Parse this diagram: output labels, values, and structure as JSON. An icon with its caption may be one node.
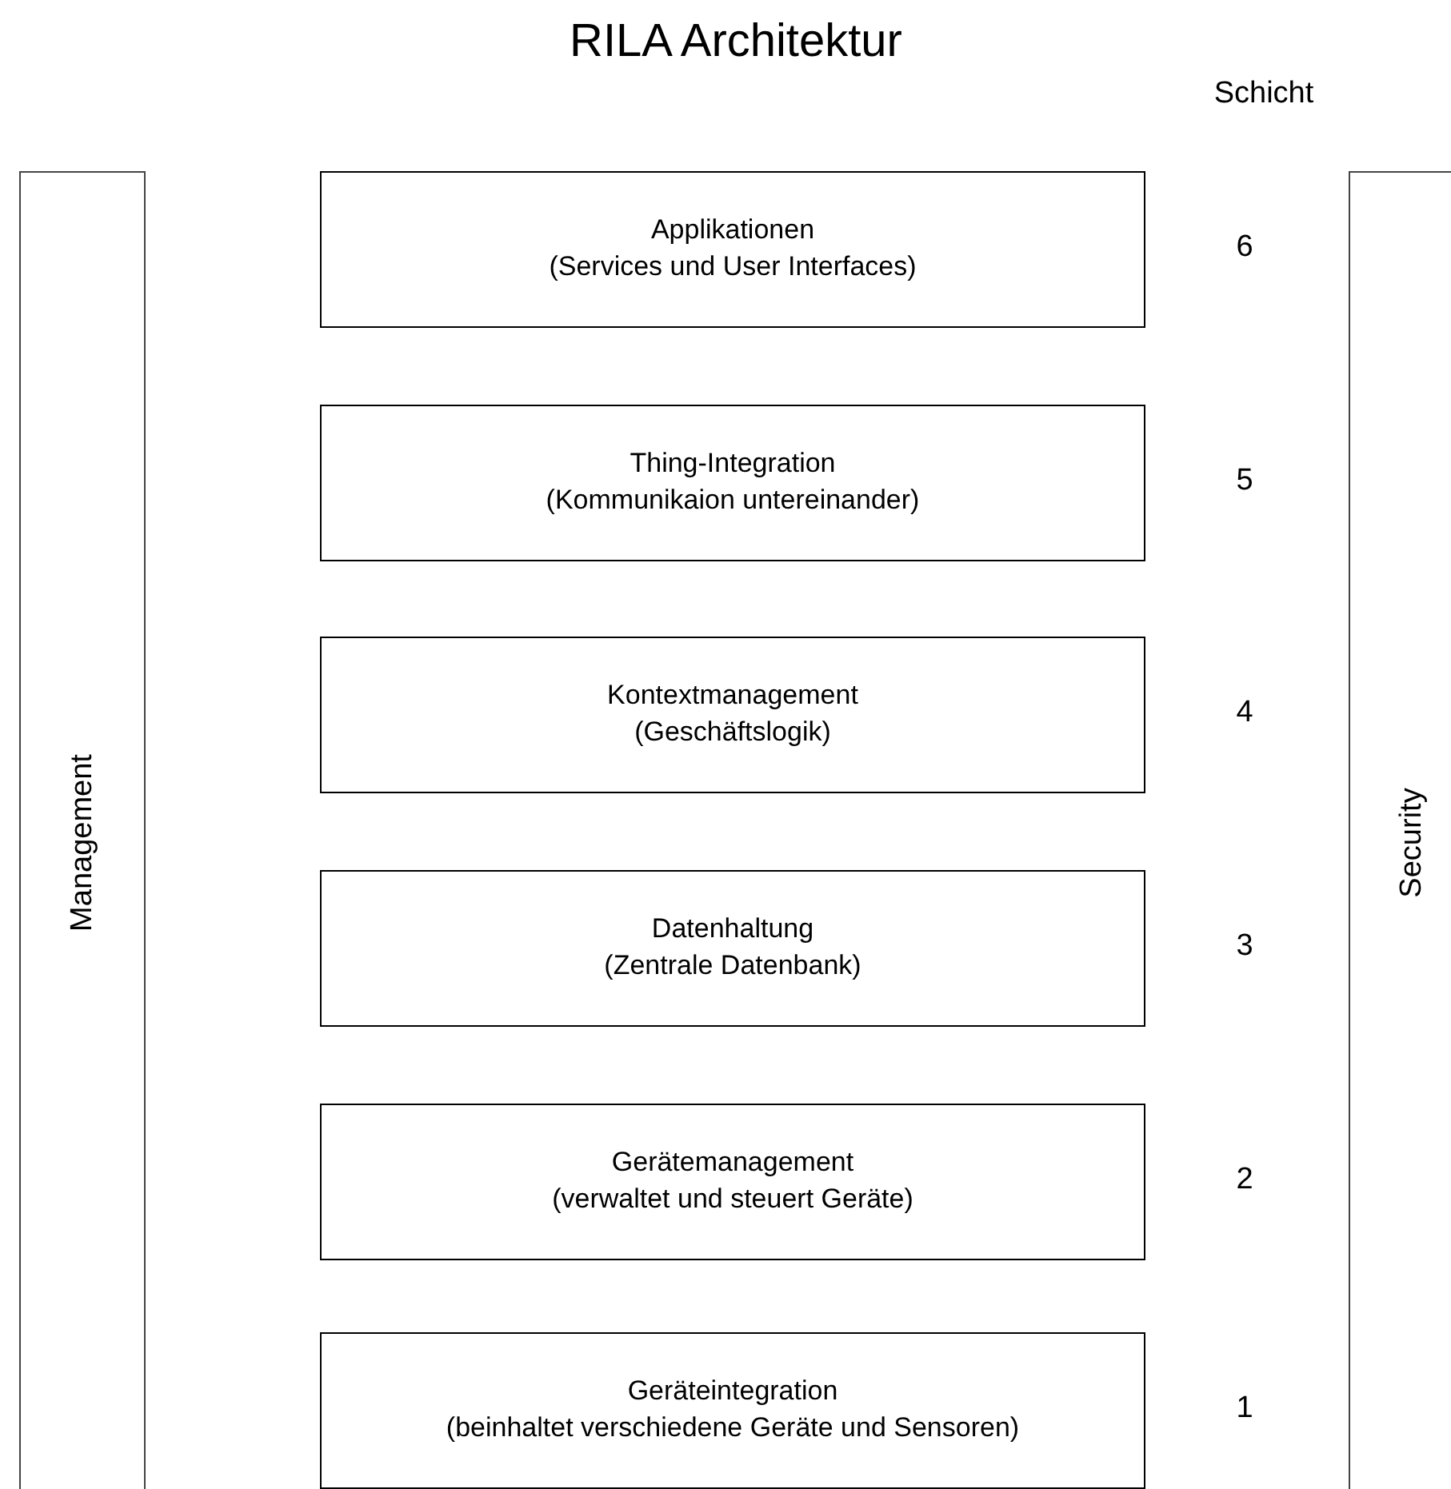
{
  "diagram": {
    "title": "RILA Architektur",
    "nodes": [
      {
        "text": [
          "Management"
        ]
      },
      {
        "text": [
          "Applikationen",
          "(Services und User Interfaces)"
        ],
        "beside": [
          "6"
        ]
      },
      {
        "text": [
          "Thing-Integration",
          "(Kommunikaion untereinander)"
        ],
        "beside": [
          "5"
        ]
      },
      {
        "text": [
          "Kontextmanagement",
          "(Geschäftslogik)"
        ],
        "beside": [
          "4"
        ]
      },
      {
        "text": [
          "Datenhaltung",
          "(Zentrale Datenbank)"
        ],
        "beside": [
          "3"
        ]
      },
      {
        "text": [
          "Gerätemanagement",
          "(verwaltet und steuert Geräte)"
        ],
        "beside": [
          "2"
        ]
      },
      {
        "text": [
          "Geräteintegration",
          "(beinhaltet verschiedene Geräte und Sensoren)"
        ],
        "beside": [
          "1"
        ]
      },
      {
        "text": [
          "Security"
        ]
      }
    ],
    "labels": [
      "Schicht"
    ]
  }
}
